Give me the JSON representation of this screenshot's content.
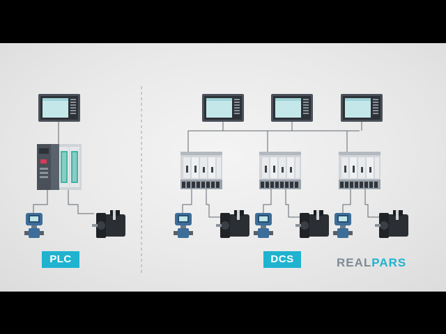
{
  "labels": {
    "plc": "PLC",
    "dcs": "DCS"
  },
  "brand": {
    "part1": "REAL",
    "part2": "PARS"
  },
  "colors": {
    "accent": "#1fb3cf",
    "brand_gray": "#7d8a96",
    "wire": "#5f6770",
    "screen": "#bfe6e8"
  },
  "devices": {
    "plc_system": [
      "hmi-panel",
      "plc-rack",
      "transmitter",
      "servo-motor"
    ],
    "dcs_system": [
      "hmi-panel",
      "hmi-panel",
      "hmi-panel",
      "io-controller",
      "io-controller",
      "io-controller",
      "transmitter",
      "transmitter",
      "transmitter",
      "servo-motor",
      "servo-motor",
      "servo-motor"
    ]
  }
}
